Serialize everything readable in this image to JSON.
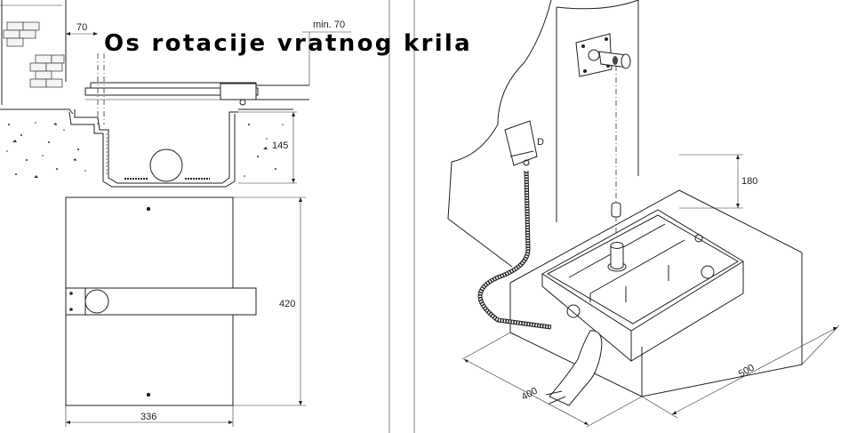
{
  "title": "Os rotacije vratnog krila",
  "dimensions": {
    "offset_70": "70",
    "min_70": "min. 70",
    "depth_145": "145",
    "length_420": "420",
    "width_336": "336",
    "height_180": "180",
    "box_400": "400",
    "box_500": "500"
  },
  "labels": {
    "plate_d": "D"
  }
}
